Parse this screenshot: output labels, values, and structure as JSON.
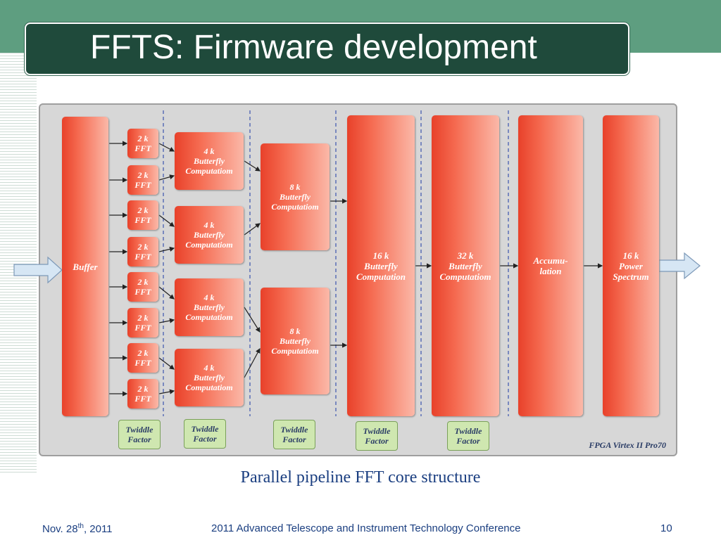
{
  "slide": {
    "title": "FFTS: Firmware development",
    "caption": "Parallel pipeline FFT core structure",
    "footer": {
      "date_prefix": "Nov. 28",
      "date_sup": "th",
      "date_suffix": ", 2011",
      "conference": "2011 Advanced Telescope and Instrument Technology Conference",
      "page": "10"
    }
  },
  "diagram": {
    "buffer_label": "Buffer",
    "fft2k_labels": [
      "2 k\nFFT",
      "2 k\nFFT",
      "2 k\nFFT",
      "2 k\nFFT",
      "2 k\nFFT",
      "2 k\nFFT",
      "2 k\nFFT",
      "2 k\nFFT"
    ],
    "butterfly4k_labels": [
      "4 k\nButterfly\nComputatiom",
      "4 k\nButterfly\nComputatiom",
      "4 k\nButterfly\nComputatiom",
      "4 k\nButterfly\nComputatiom"
    ],
    "butterfly8k_labels": [
      "8 k\nButterfly\nComputatiom",
      "8 k\nButterfly\nComputatiom"
    ],
    "butterfly16k_label": "16 k\nButterfly\nComputation",
    "butterfly32k_label": "32 k\nButterfly\nComputatiom",
    "accumulation_label": "Accumu-\nlation",
    "power_spectrum_label": "16 k\nPower\nSpectrum",
    "twiddle_labels": [
      "Twiddle\nFactor",
      "Twiddle\nFactor",
      "Twiddle\nFactor",
      "Twiddle\nFactor",
      "Twiddle\nFactor"
    ],
    "chip_label": "FPGA Virtex II Pro70"
  },
  "colors": {
    "header_band": "#5e9e80",
    "title_box": "#1f4a3b",
    "block_fill": "#f05a3f",
    "twiddle_fill": "#cfe7b0",
    "text_blue": "#1a3e80"
  }
}
